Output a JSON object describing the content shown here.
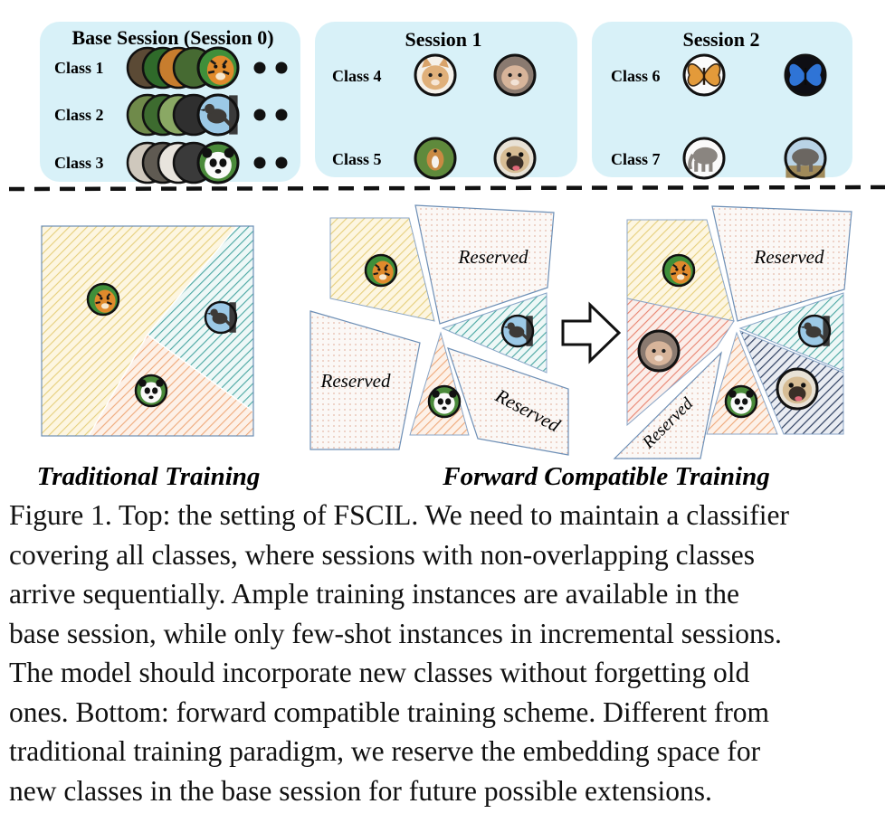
{
  "top": {
    "base_session": {
      "title": "Base Session (Session 0)",
      "classes": [
        "Class 1",
        "Class 2",
        "Class 3"
      ]
    },
    "session1": {
      "title": "Session 1",
      "classes": [
        "Class 4",
        "Class 5"
      ]
    },
    "session2": {
      "title": "Session 2",
      "classes": [
        "Class 6",
        "Class 7"
      ]
    }
  },
  "bottom": {
    "reserved_label": "Reserved",
    "left_title": "Traditional Training",
    "right_title": "Forward Compatible Training"
  },
  "icons": {
    "class1": "tiger-icon",
    "class2": "bird-icon",
    "class3": "panda-icon",
    "class4": "cat-icon",
    "class5": "dog-icon",
    "class6": "butterfly-icon",
    "class7": "elephant-icon",
    "arrow": "right-arrow-icon"
  },
  "colors": {
    "session_box": "#d8f1f8",
    "yellow_region": "#e8cf7a",
    "teal_region": "#4fa9a4",
    "orange_region": "#efaa7a",
    "red_region": "#e8836f",
    "navy_region": "#2e3f60",
    "reserved_region": "#f2ebe6"
  },
  "caption": {
    "lines": [
      "Figure 1. Top: the setting of FSCIL. We need to maintain a classifier",
      "covering all classes, where sessions with non-overlapping classes",
      "arrive sequentially. Ample training instances are available in the",
      "base session, while only few-shot instances in incremental sessions.",
      "The model should incorporate new classes without forgetting old",
      "ones. Bottom: forward compatible training scheme. Different from",
      "traditional training paradigm, we reserve the embedding space for",
      "new classes in the base session for future possible extensions."
    ]
  }
}
